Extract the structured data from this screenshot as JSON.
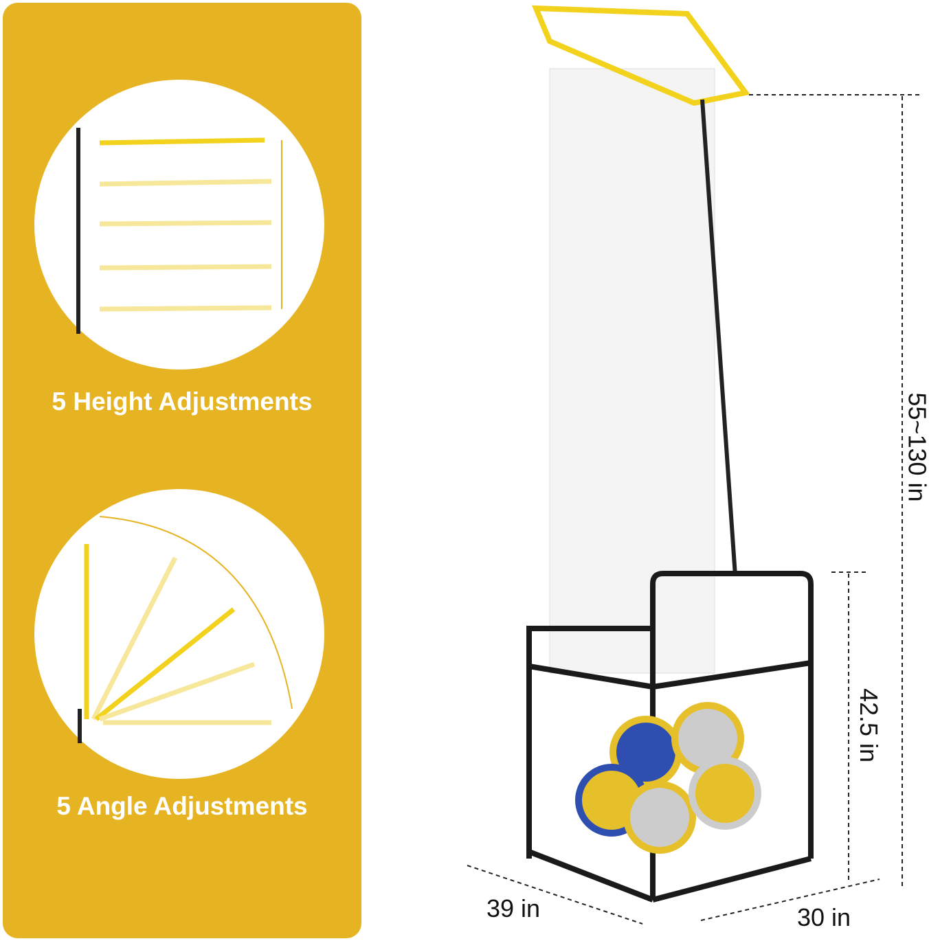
{
  "features": [
    {
      "label": "5 Height Adjustments"
    },
    {
      "label": "5 Angle Adjustments"
    }
  ],
  "dimensions": {
    "total_height": "55~130 in",
    "cart_height": "42.5 in",
    "width": "39 in",
    "depth": "30 in"
  },
  "colors": {
    "panel": "#E6B422",
    "hoop": "#F2D21C",
    "frame": "#1a1a1a"
  }
}
